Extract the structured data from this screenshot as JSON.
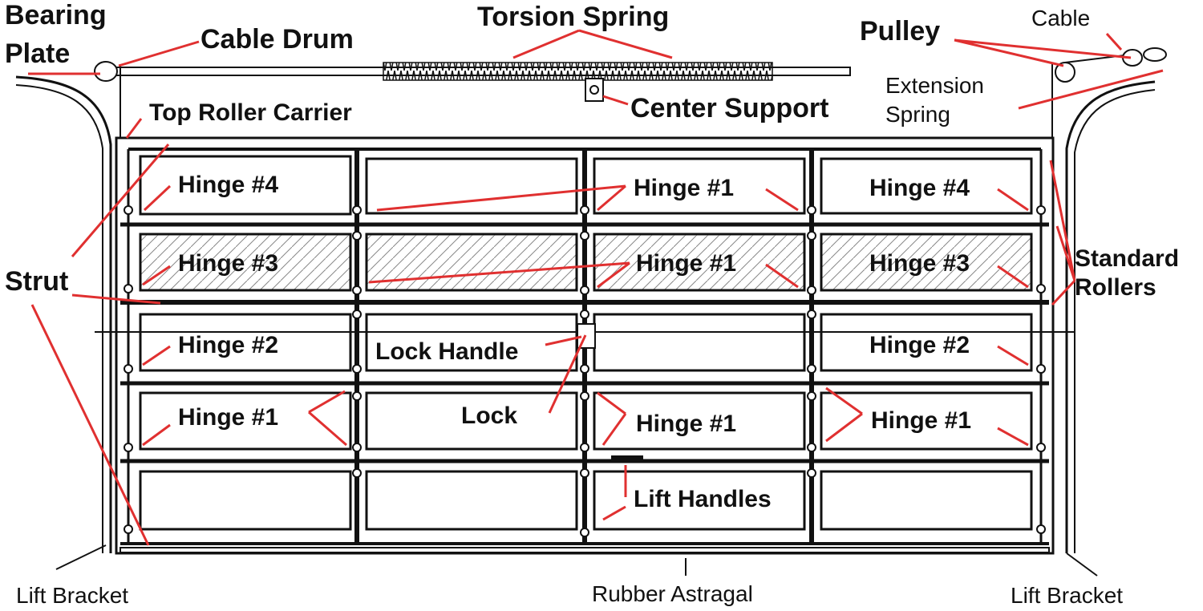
{
  "colors": {
    "leader": "#e03030",
    "ink": "#111111",
    "background": "#ffffff"
  },
  "labels": {
    "bearing_plate_1": "Bearing",
    "bearing_plate_2": "Plate",
    "cable_drum": "Cable Drum",
    "torsion_spring": "Torsion Spring",
    "pulley": "Pulley",
    "cable": "Cable",
    "extension_spring_1": "Extension",
    "extension_spring_2": "Spring",
    "center_support": "Center Support",
    "top_roller_carrier": "Top Roller Carrier",
    "strut": "Strut",
    "standard_rollers_1": "Standard",
    "standard_rollers_2": "Rollers",
    "lock_handle": "Lock Handle",
    "lock": "Lock",
    "lift_handles": "Lift Handles",
    "lift_bracket_left": "Lift Bracket",
    "lift_bracket_right": "Lift Bracket",
    "rubber_astragal": "Rubber Astragal",
    "row1": {
      "c1": "Hinge #4",
      "c3": "Hinge #1",
      "c4": "Hinge #4"
    },
    "row2": {
      "c1": "Hinge #3",
      "c3": "Hinge #1",
      "c4": "Hinge #3"
    },
    "row3": {
      "c1": "Hinge #2",
      "c4": "Hinge #2"
    },
    "row4": {
      "c1": "Hinge #1",
      "c3": "Hinge #1",
      "c4": "Hinge #1"
    }
  }
}
